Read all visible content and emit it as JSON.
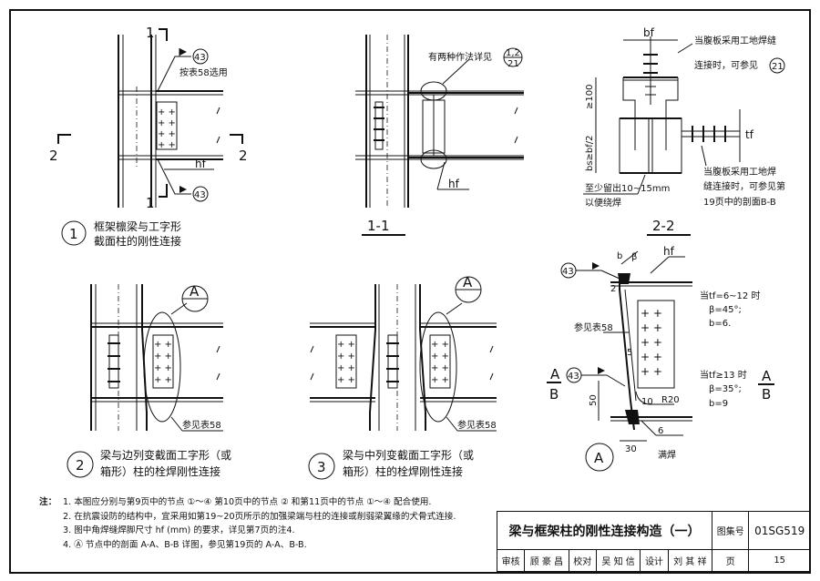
{
  "details": {
    "d1": {
      "number": "1",
      "title_line1": "框架檩梁与工字形",
      "title_line2": "截面柱的刚性连接",
      "section_mark": "1",
      "section_mark2": "2",
      "weld_ref": "43",
      "table_note": "按表58选用",
      "dim": "hf"
    },
    "s11": {
      "title": "1-1",
      "note": "有两种作法详见",
      "ref_top": "1,2",
      "ref_bottom": "21",
      "dim": "hf"
    },
    "s22": {
      "title": "2-2",
      "dim_bf": "bf",
      "dim_100": "≥100",
      "dim_bs": "bs≥bf/2",
      "dim_tf": "tf",
      "note_left_1": "至少留出10~15mm",
      "note_left_2": "以便绕焊",
      "note_top_1": "当腹板采用工地焊缝",
      "note_top_2": "连接时，可参见",
      "note_top_ref": "21",
      "note_right_1": "当腹板采用工地焊",
      "note_right_2": "缝连接时，可参见第",
      "note_right_3": "19页中的剖面B-B"
    },
    "d2": {
      "number": "2",
      "title_line1": "梁与边列变截面工字形（或",
      "title_line2": "箱形）柱的栓焊刚性连接",
      "callout": "A",
      "ref": "参见表58"
    },
    "d3": {
      "number": "3",
      "title_line1": "梁与中列变截面工字形（或",
      "title_line2": "箱形）柱的栓焊刚性连接",
      "callout": "A",
      "ref": "参见表58"
    },
    "dA": {
      "label": "A",
      "weld_ref": "43",
      "dim_b": "b",
      "dim_beta": "β",
      "dim_hf": "hf",
      "dim_2": "2",
      "dim_5": "5",
      "dim_10": "10",
      "dim_r20": "R20",
      "dim_50": "50",
      "dim_30": "30",
      "dim_6": "6",
      "weld_note": "满焊",
      "ref": "参见表58",
      "sec_A": "A",
      "sec_B": "B",
      "cond1_1": "当tf=6~12 时",
      "cond1_2": "β=45°;",
      "cond1_3": "b=6.",
      "cond2_1": "当tf≥13 时",
      "cond2_2": "β=35°;",
      "cond2_3": "b=9"
    }
  },
  "notes": {
    "label": "注：",
    "items": [
      "1. 本图应分别与第9页中的节点 ①～④ 第10页中的节点 ② 和第11页中的节点 ①～④ 配合使用.",
      "2. 在抗震设防的结构中，宜采用如第19~20页所示的加强梁端与柱的连接或削弱梁翼缘的犬骨式连接.",
      "3. 图中角焊缝焊脚尺寸 hf (mm) 的要求，详见第7页的注4.",
      "4. Ⓐ 节点中的剖面 A-A、B-B 详图，参见第19页的 A-A、B-B."
    ]
  },
  "title_block": {
    "title": "梁与框架柱的刚性连接构造（一）",
    "atlas_label": "图集号",
    "atlas_no": "01SG519",
    "review_label": "审核",
    "review_name": "顾 豪 昌",
    "check_label": "校对",
    "check_name": "吴 知 信",
    "design_label": "设计",
    "design_name": "刘 其 祥",
    "page_label": "页",
    "page_no": "15"
  }
}
